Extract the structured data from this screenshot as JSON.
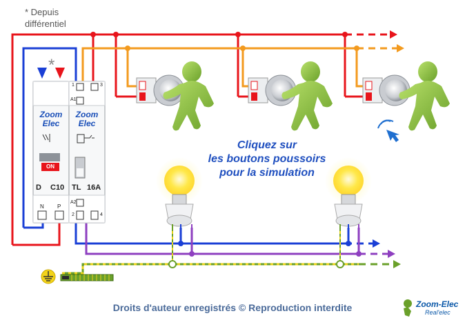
{
  "note": {
    "line1": "* Depuis",
    "line2": "différentiel"
  },
  "instruction": {
    "line1": "Cliquez sur",
    "line2": "les boutons poussoirs",
    "line3": "pour la simulation"
  },
  "copyright": "Droits d'auteur enregistrés © Reproduction interdite",
  "brand": {
    "name": "Zoom-Elec",
    "tagline": "Real'elec"
  },
  "breaker": {
    "brand1": "Zoom",
    "brand2": "Elec",
    "on_label": "ON",
    "type": "D",
    "rating": "C10",
    "terminal_n": "N",
    "terminal_p": "P"
  },
  "relay": {
    "brand1": "Zoom",
    "brand2": "Elec",
    "type": "TL",
    "rating": "16A",
    "t1": "1",
    "t3": "3",
    "a1": "A1",
    "a2": "A2",
    "t2": "2",
    "t4": "4"
  },
  "push_buttons": [
    {
      "id": "bp1"
    },
    {
      "id": "bp2"
    },
    {
      "id": "bp3"
    }
  ],
  "colors": {
    "phase": "#e8141b",
    "neutral": "#1a3fd6",
    "control": "#f39a1e",
    "return": "#8e3fc0",
    "earth": "#6aa02a",
    "text_blue": "#1f4fbf"
  },
  "icons": [
    "earth-symbol-icon",
    "click-hand-icon",
    "lamp-icon",
    "push-button-icon"
  ]
}
